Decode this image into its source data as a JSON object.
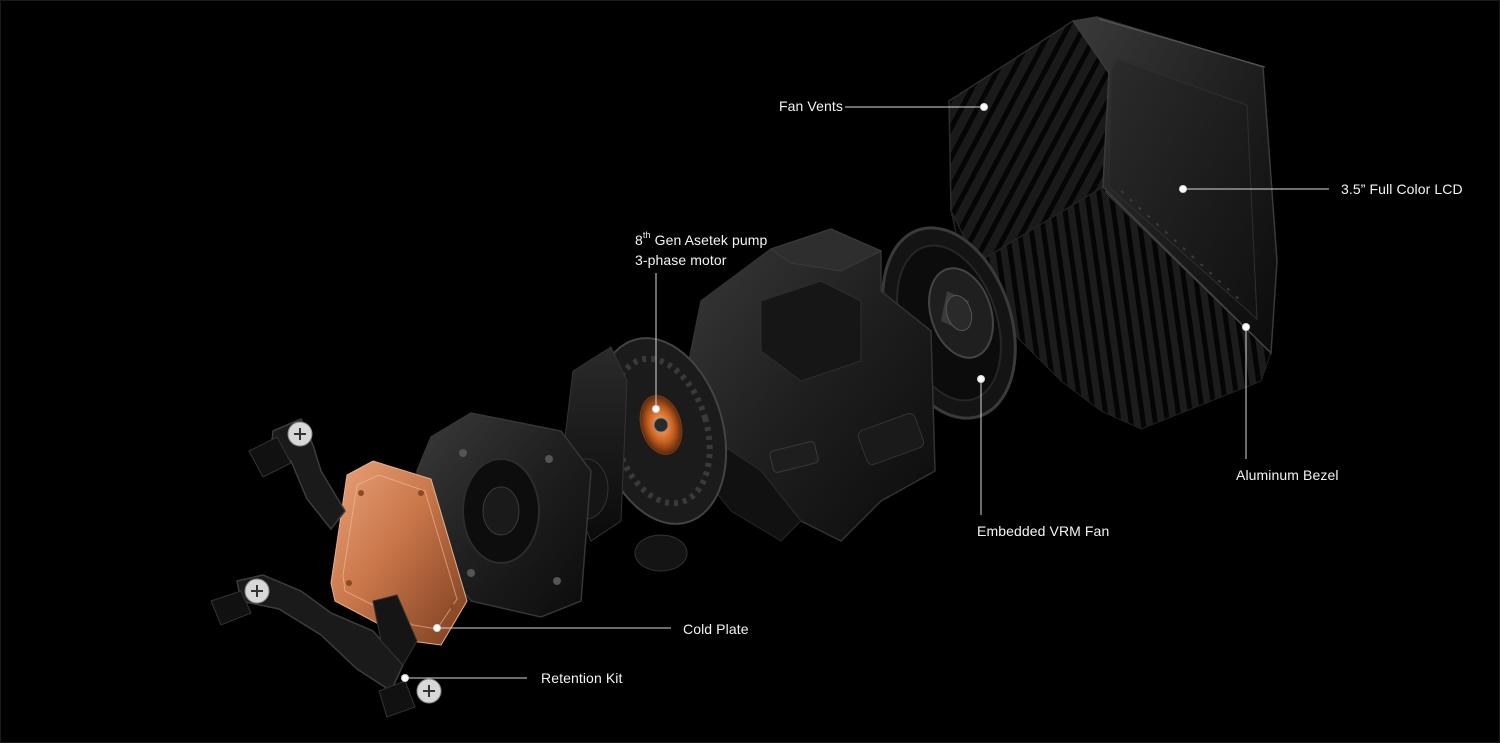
{
  "callouts": {
    "fan_vents": "Fan Vents",
    "lcd": "3.5” Full Color LCD",
    "pump_ordinal": "8",
    "pump_ordinal_suffix": "th",
    "pump_line1_rest": " Gen Asetek pump",
    "pump_line2": "3-phase motor",
    "aluminum_bezel": "Aluminum Bezel",
    "vrm_fan": "Embedded VRM Fan",
    "cold_plate": "Cold Plate",
    "retention_kit": "Retention Kit"
  },
  "colors": {
    "background": "#000000",
    "label_text": "#f4f4f4",
    "leader_line": "#d8d8d8",
    "copper": "#c9764a",
    "housing": "#1e1e1e"
  }
}
